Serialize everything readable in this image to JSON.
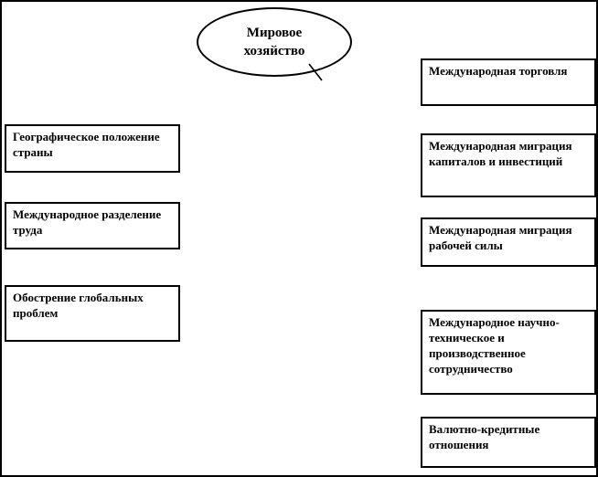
{
  "colors": {
    "border": "#000000",
    "background": "#ffffff",
    "text": "#000000"
  },
  "root_node": {
    "label": "Мировое хозяйство"
  },
  "left_boxes": [
    {
      "label": "Географическое положение страны"
    },
    {
      "label": "Международное разделение труда"
    },
    {
      "label": "Обострение глобальных проблем"
    }
  ],
  "right_boxes": [
    {
      "label": "Международная торговля"
    },
    {
      "label": "Международная миграция капиталов и инвестиций"
    },
    {
      "label": "Международная миграция рабочей силы"
    },
    {
      "label": "Международное научно-техническое и производственное сотрудничество"
    },
    {
      "label": "Валютно-кредитные отношения"
    }
  ]
}
